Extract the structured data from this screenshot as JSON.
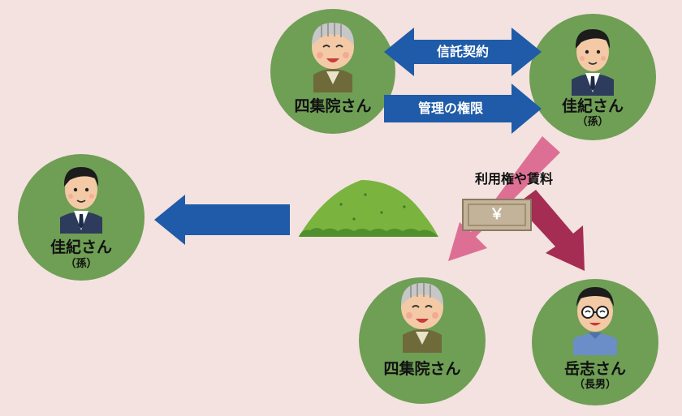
{
  "nodes": {
    "grandfather_top": {
      "name": "四集院さん",
      "sub": ""
    },
    "grandson_top": {
      "name": "佳紀さん",
      "sub": "（孫）"
    },
    "grandson_left": {
      "name": "佳紀さん",
      "sub": "（孫）"
    },
    "grandfather_bottom": {
      "name": "四集院さん",
      "sub": ""
    },
    "eldest_son": {
      "name": "岳志さん",
      "sub": "（長男）"
    }
  },
  "arrows": {
    "trust_contract": "信託契約",
    "management_rights": "管理の権限",
    "usage_rights_rent": "利用権や賃料"
  },
  "money_symbol": "￥",
  "colors": {
    "background": "#f3e2df",
    "circle": "#6f9e55",
    "blue_arrow": "#1f5ba8",
    "pink_arrow": "#dd6f95",
    "crimson_arrow": "#a52c52",
    "hill": "#7bb33f",
    "bill": "#c3b39a"
  }
}
